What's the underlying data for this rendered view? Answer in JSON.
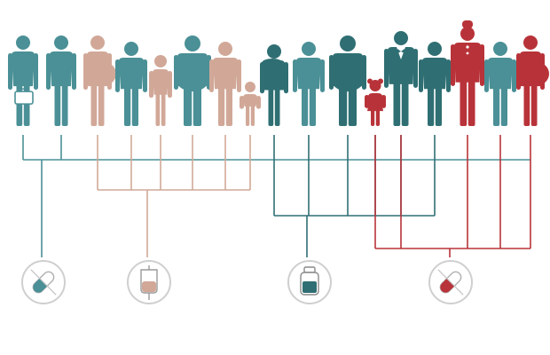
{
  "colors": {
    "teal": "#4a9096",
    "teal_dark": "#2f6f73",
    "tan": "#d1a898",
    "red": "#b83339",
    "icon_ring": "#cfcfcf",
    "background": "#ffffff"
  },
  "people": [
    {
      "name": "woman-with-briefcase",
      "color": "teal",
      "build": "slim",
      "accessory": "briefcase"
    },
    {
      "name": "man",
      "color": "teal",
      "build": "slim"
    },
    {
      "name": "pregnant-woman",
      "color": "tan",
      "build": "pregnant"
    },
    {
      "name": "older-man",
      "color": "teal",
      "build": "medium"
    },
    {
      "name": "teen-girl",
      "color": "tan",
      "build": "teen"
    },
    {
      "name": "heavy-woman",
      "color": "teal",
      "build": "heavy"
    },
    {
      "name": "older-woman",
      "color": "tan",
      "build": "medium"
    },
    {
      "name": "child",
      "color": "tan",
      "build": "child"
    },
    {
      "name": "elderly-woman",
      "color": "teal_dark",
      "build": "elderly"
    },
    {
      "name": "woman",
      "color": "teal",
      "build": "medium"
    },
    {
      "name": "heavy-man",
      "color": "teal_dark",
      "build": "heavy"
    },
    {
      "name": "little-girl",
      "color": "red",
      "build": "toddler"
    },
    {
      "name": "man-in-suit",
      "color": "teal_dark",
      "build": "suit"
    },
    {
      "name": "woman",
      "color": "teal_dark",
      "build": "medium"
    },
    {
      "name": "chef",
      "color": "red",
      "build": "chef"
    },
    {
      "name": "man",
      "color": "teal",
      "build": "medium"
    },
    {
      "name": "pregnant-woman",
      "color": "red",
      "build": "pregnant"
    }
  ],
  "groups": [
    {
      "name": "group-pill",
      "color": "teal",
      "treatment": "pill-icon",
      "members": [
        0,
        1
      ]
    },
    {
      "name": "group-iv-bag",
      "color": "tan",
      "treatment": "iv-bag-icon",
      "members": [
        2,
        3,
        4,
        5,
        6,
        7
      ]
    },
    {
      "name": "group-medicine-bottle",
      "color": "teal_dark",
      "treatment": "medicine-bottle-icon",
      "members": [
        8,
        9,
        10,
        11,
        12,
        13
      ]
    },
    {
      "name": "group-capsule",
      "color": "red",
      "treatment": "capsule-icon",
      "members": [
        11,
        12,
        14,
        15,
        16
      ]
    }
  ]
}
